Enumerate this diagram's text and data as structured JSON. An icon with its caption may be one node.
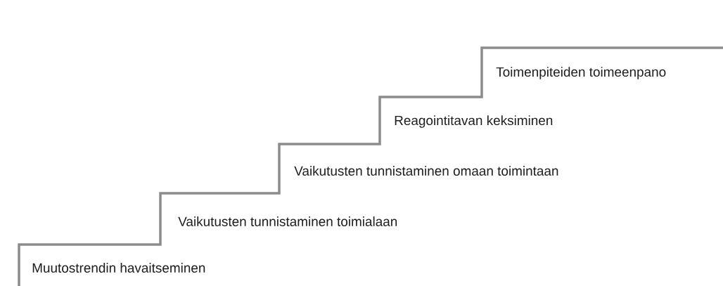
{
  "diagram": {
    "labels": [
      "Toimenpiteiden toimeenpano",
      "Reagointitavan keksiminen",
      "Vaikutusten tunnistaminen omaan toimintaan",
      "Vaikutusten tunnistaminen toimialaan",
      "Muutostrendin havaitseminen"
    ]
  }
}
